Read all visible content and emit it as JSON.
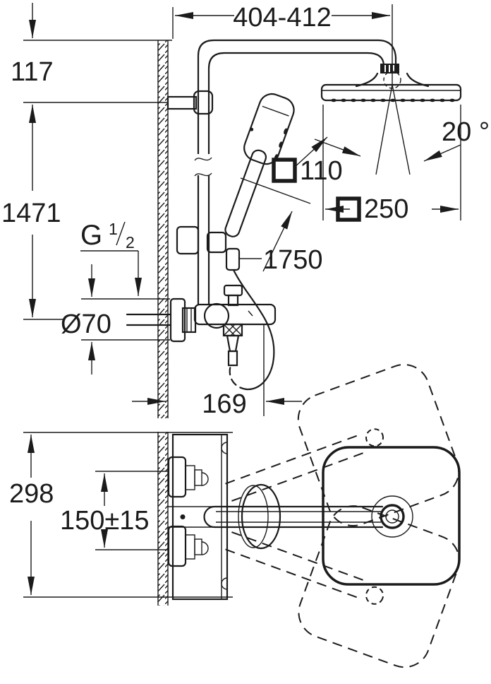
{
  "drawing": {
    "kind": "technical-dimension-drawing",
    "views": [
      "front elevation",
      "top plan"
    ]
  },
  "colors": {
    "line": "#1b1b1b",
    "background": "#ffffff"
  },
  "dims": {
    "top_width": "404-412",
    "top_offset": "117",
    "height": "1471",
    "hand_square": "110",
    "head_square": "250",
    "angle": "20 °",
    "hose_length": "1750",
    "thread_g": "G",
    "thread_num": "1",
    "thread_den": "2",
    "rosette": "Ø70",
    "projection": "169",
    "body_height": "298",
    "inlet_spacing": "150±15"
  }
}
